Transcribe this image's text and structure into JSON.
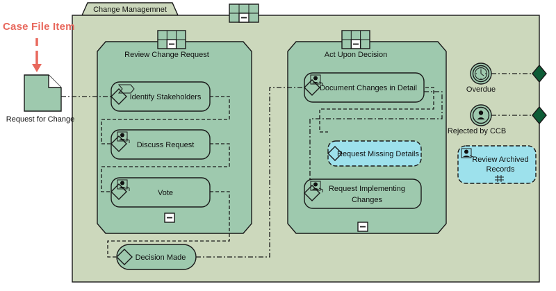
{
  "diagram": {
    "type": "cmmn-case-model",
    "title": "Change Managemnet",
    "annotation": {
      "label": "Case File Item",
      "color": "#e8685d",
      "points_to": "request-for-change"
    },
    "colors": {
      "case_fill": "#ccd8bc",
      "stage_fill": "#9ec9ae",
      "task_fill": "#9ec9ae",
      "discretionary_fill": "#9de1ec",
      "milestone_diamond": "#0d5c36",
      "stroke": "#1a1a1a",
      "annotation": "#e8685d"
    }
  },
  "case_file_items": [
    {
      "id": "request-for-change",
      "label": "Request for Change"
    }
  ],
  "case_plan_model": {
    "name": "Change Managemnet",
    "collapse_marker": "minus",
    "stages": [
      {
        "id": "review-change-request",
        "label": "Review Change Request",
        "collapse_marker": "minus",
        "tasks": [
          {
            "id": "identify-stakeholders",
            "label": "Identify Stakeholders",
            "icon": "process-task-icon",
            "discretionary": false
          },
          {
            "id": "discuss-request",
            "label": "Discuss Request",
            "icon": "human-task-icon",
            "discretionary": false
          },
          {
            "id": "vote",
            "label": "Vote",
            "icon": "human-task-icon",
            "discretionary": false
          }
        ]
      },
      {
        "id": "act-upon-decision",
        "label": "Act Upon Decision",
        "collapse_marker": "minus",
        "tasks": [
          {
            "id": "document-changes-in-detail",
            "label": "Document Changes in Detail",
            "icon": "human-task-icon",
            "discretionary": false
          },
          {
            "id": "request-missing-details",
            "label": "Request Missing Details",
            "icon": "none",
            "discretionary": true
          },
          {
            "id": "request-implementing-changes",
            "label": "Request Implementing Changes",
            "icon": "human-task-icon",
            "discretionary": false
          }
        ]
      }
    ],
    "events": [
      {
        "id": "decision-made",
        "label": "Decision Made",
        "shape": "stadium",
        "sentry": "entry"
      }
    ],
    "milestones": [
      {
        "id": "overdue",
        "label": "Overdue",
        "icon": "timer-event-icon"
      },
      {
        "id": "rejected-by-ccb",
        "label": "Rejected by CCB",
        "icon": "user-event-icon"
      }
    ],
    "discretionary_tasks": [
      {
        "id": "review-archived-records",
        "label": "Review Archived Records",
        "icon": "human-task-icon",
        "marker": "planning-table-icon"
      }
    ]
  }
}
